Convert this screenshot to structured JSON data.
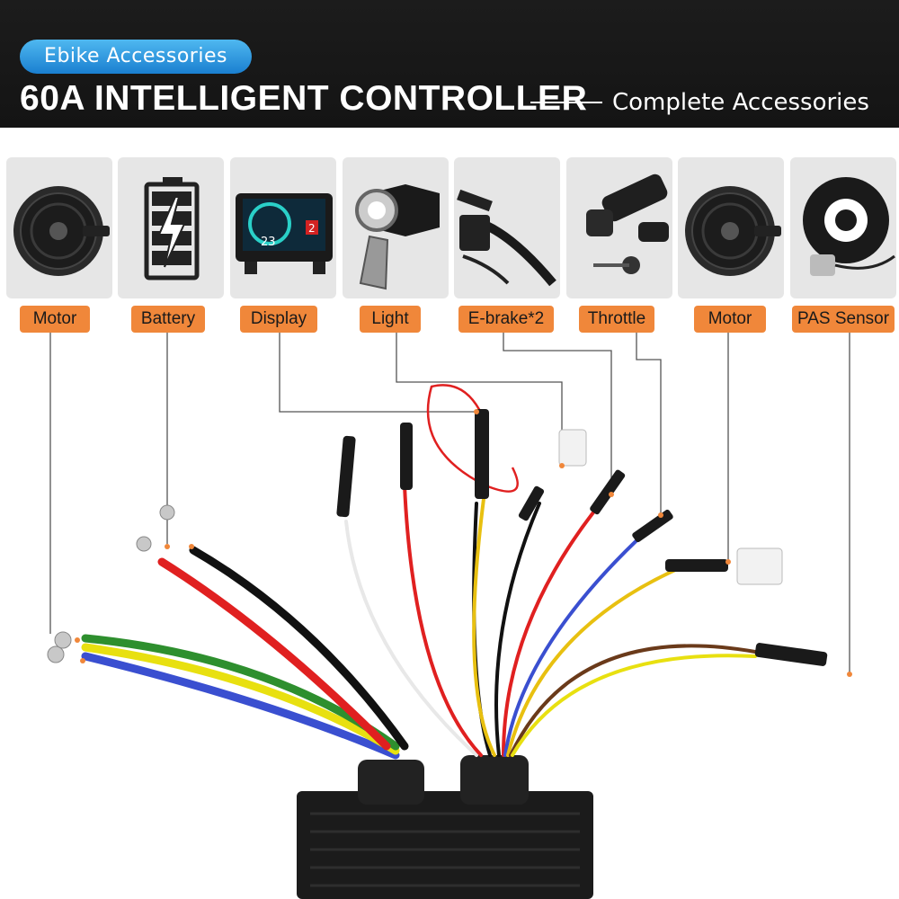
{
  "header": {
    "badge": "Ebike Accessories",
    "title": "60A INTELLIGENT CONTROLLER",
    "subtitle": "Complete Accessories"
  },
  "accessories": [
    {
      "label": "Motor",
      "icon": "hub-motor-icon"
    },
    {
      "label": "Battery",
      "icon": "battery-icon"
    },
    {
      "label": "Display",
      "icon": "lcd-display-icon"
    },
    {
      "label": "Light",
      "icon": "headlight-icon"
    },
    {
      "label": "E-brake*2",
      "icon": "brake-lever-icon"
    },
    {
      "label": "Throttle",
      "icon": "throttle-grip-icon"
    },
    {
      "label": "Motor",
      "icon": "hub-motor-icon"
    },
    {
      "label": "PAS Sensor",
      "icon": "pas-sensor-icon"
    }
  ],
  "display_screen": {
    "speed": "23",
    "gear": "2"
  },
  "colors": {
    "accent": "#f0873a",
    "badge": "#2a8fdc",
    "header_bg": "#161616"
  }
}
